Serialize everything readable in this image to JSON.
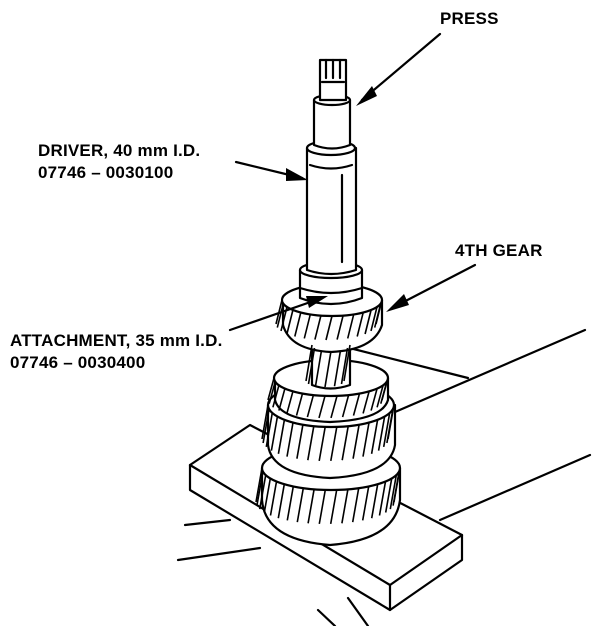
{
  "labels": {
    "press": "PRESS",
    "driver_name": "DRIVER, 40 mm I.D.",
    "driver_part": "07746 – 0030100",
    "gear": "4TH GEAR",
    "attachment_name": "ATTACHMENT, 35 mm I.D.",
    "attachment_part": "07746 – 0030400"
  }
}
